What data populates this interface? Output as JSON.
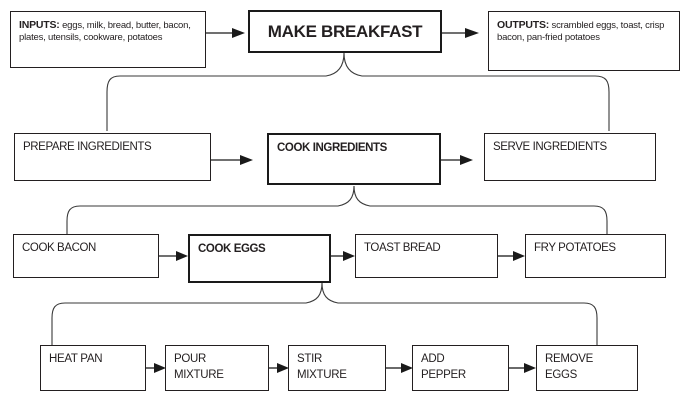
{
  "diagram": {
    "type": "functional-decomposition-flowchart",
    "title": "MAKE BREAKFAST",
    "levels": [
      {
        "name": "level-0",
        "nodes": [
          {
            "id": "inputs",
            "kind": "io",
            "head": "INPUTS:",
            "body": "eggs, milk, bread, butter, bacon, plates, utensils, cookware, potatoes"
          },
          {
            "id": "make-breakfast",
            "kind": "title",
            "label": "MAKE BREAKFAST",
            "emphasis": true
          },
          {
            "id": "outputs",
            "kind": "io",
            "head": "OUTPUTS:",
            "body": "scrambled eggs, toast, crisp bacon, pan-fried potatoes"
          }
        ]
      },
      {
        "name": "level-1",
        "nodes": [
          {
            "id": "prepare-ingredients",
            "kind": "process",
            "label": "PREPARE INGREDIENTS",
            "emphasis": false
          },
          {
            "id": "cook-ingredients",
            "kind": "process",
            "label": "COOK INGREDIENTS",
            "emphasis": true
          },
          {
            "id": "serve-ingredients",
            "kind": "process",
            "label": "SERVE INGREDIENTS",
            "emphasis": false
          }
        ]
      },
      {
        "name": "level-2",
        "nodes": [
          {
            "id": "cook-bacon",
            "kind": "process",
            "label": "COOK BACON",
            "emphasis": false
          },
          {
            "id": "cook-eggs",
            "kind": "process",
            "label": "COOK EGGS",
            "emphasis": true
          },
          {
            "id": "toast-bread",
            "kind": "process",
            "label": "TOAST BREAD",
            "emphasis": false
          },
          {
            "id": "fry-potatoes",
            "kind": "process",
            "label": "FRY POTATOES",
            "emphasis": false
          }
        ]
      },
      {
        "name": "level-3",
        "nodes": [
          {
            "id": "heat-pan",
            "kind": "leaf",
            "line1": "HEAT PAN",
            "line2": ""
          },
          {
            "id": "pour-mixture",
            "kind": "leaf",
            "line1": "POUR",
            "line2": "MIXTURE"
          },
          {
            "id": "stir-mixture",
            "kind": "leaf",
            "line1": "STIR",
            "line2": "MIXTURE"
          },
          {
            "id": "add-pepper",
            "kind": "leaf",
            "line1": "ADD",
            "line2": "PEPPER"
          },
          {
            "id": "remove-eggs",
            "kind": "leaf",
            "line1": "REMOVE",
            "line2": "EGGS"
          }
        ]
      }
    ],
    "connections": {
      "sequence_arrows": [
        {
          "from": "inputs",
          "to": "make-breakfast"
        },
        {
          "from": "make-breakfast",
          "to": "outputs"
        },
        {
          "from": "prepare-ingredients",
          "to": "cook-ingredients"
        },
        {
          "from": "cook-ingredients",
          "to": "serve-ingredients"
        },
        {
          "from": "cook-bacon",
          "to": "cook-eggs"
        },
        {
          "from": "cook-eggs",
          "to": "toast-bread"
        },
        {
          "from": "toast-bread",
          "to": "fry-potatoes"
        },
        {
          "from": "heat-pan",
          "to": "pour-mixture"
        },
        {
          "from": "pour-mixture",
          "to": "stir-mixture"
        },
        {
          "from": "stir-mixture",
          "to": "add-pepper"
        },
        {
          "from": "add-pepper",
          "to": "remove-eggs"
        }
      ],
      "decompositions": [
        {
          "parent": "make-breakfast",
          "children": [
            "prepare-ingredients",
            "cook-ingredients",
            "serve-ingredients"
          ]
        },
        {
          "parent": "cook-ingredients",
          "children": [
            "cook-bacon",
            "cook-eggs",
            "toast-bread",
            "fry-potatoes"
          ]
        },
        {
          "parent": "cook-eggs",
          "children": [
            "heat-pan",
            "pour-mixture",
            "stir-mixture",
            "add-pepper",
            "remove-eggs"
          ]
        }
      ]
    }
  },
  "colors": {
    "background": "#ffffff",
    "border": "#231f20",
    "text": "#231f20",
    "connector": "#3a3a3a"
  }
}
